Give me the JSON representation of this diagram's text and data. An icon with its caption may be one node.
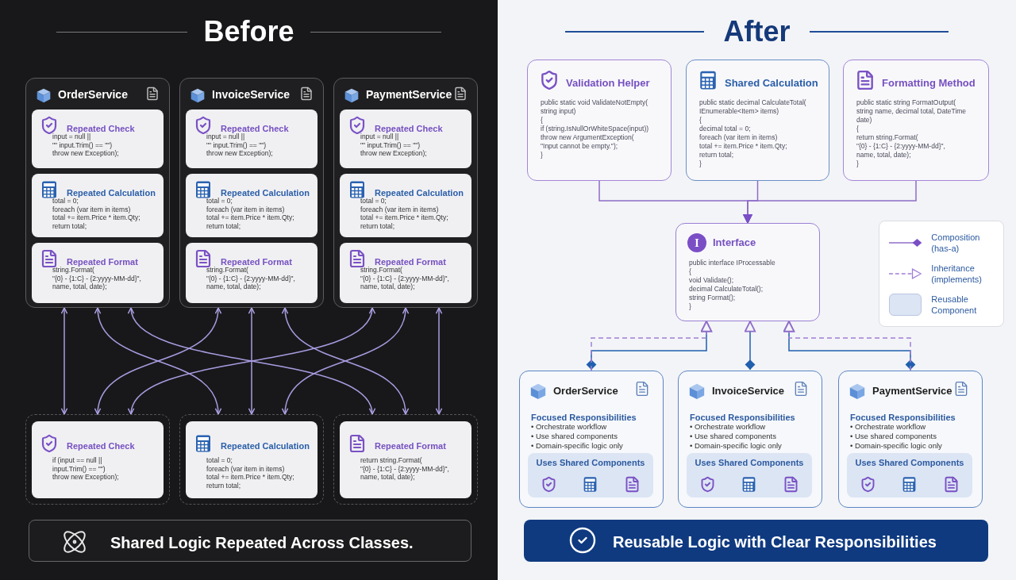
{
  "diagram": {
    "nodes": [
      {
        "text": [
          "OrderService"
        ]
      },
      {
        "text": [
          "Repeated Check",
          "input = null ||",
          "\"\" input.Trim() == \"\")",
          "throw new Exception);"
        ],
        "in": 0
      },
      {
        "text": [
          "Repeated Calculation",
          "total = 0;",
          "foreach (var item in items)",
          "total += item.Price * item.Qty;",
          "return total;"
        ],
        "in": 0
      },
      {
        "text": [
          "Repeated Format",
          "string.Format(",
          "\"{0} - {1:C} - {2:yyyy-MM-dd}\",",
          "name, total, date);"
        ],
        "in": 0
      },
      {
        "text": [
          "InvoiceService"
        ]
      },
      {
        "text": [
          "Repeated Check",
          "input = null ||",
          "\"\" input.Trim() == \"\")",
          "throw new Exception);"
        ],
        "in": 4
      },
      {
        "text": [
          "Repeated Calculation",
          "total = 0;",
          "foreach (var item in items)",
          "total += item.Price * item.Qty;",
          "return total;"
        ],
        "in": 4
      },
      {
        "text": [
          "Repeated Format",
          "string.Format(",
          "\"{0} - {1:C} - {2:yyyy-MM-dd}\",",
          "name, total, date);"
        ],
        "in": 4
      },
      {
        "text": [
          "PaymentService"
        ]
      },
      {
        "text": [
          "Repeated Check",
          "input = null ||",
          "\"\" input.Trim() == \"\")",
          "throw new Exception);"
        ],
        "in": 8
      },
      {
        "text": [
          "Repeated Calculation",
          "total = 0;",
          "foreach (var item in items)",
          "total += item.Price * item.Qty;",
          "return total;"
        ],
        "in": 8
      },
      {
        "text": [
          "Repeated Format",
          "string.Format(",
          "\"{0} - {1:C} - {2:yyyy-MM-dd}\",",
          "name, total, date);"
        ],
        "in": 8
      },
      {
        "text": [],
        "shape": "box"
      },
      {
        "text": [
          "Repeated Check",
          "if (input == null ||",
          "input.Trim() == \"\")",
          "throw new Exception);"
        ],
        "in": 12
      },
      {
        "text": [],
        "shape": "box"
      },
      {
        "text": [
          "Repeated Calculation",
          "total = 0;",
          "foreach (var item in items)",
          "total += item.Price * item.Qty;",
          "return total;"
        ],
        "in": 14
      },
      {
        "text": [],
        "shape": "box"
      },
      {
        "text": [
          "Repeated Format",
          "return string.Format(",
          "\"{0} - {1:C} - {2:yyyy-MM-dd}\",",
          "name, total, date);"
        ],
        "in": 16
      },
      {
        "text": [
          "Shared Logic Repeated Across Classes."
        ]
      },
      {
        "text": [
          "Validation Helper",
          "public static void ValidateNotEmpty(",
          "string input)",
          "{",
          "if (string.IsNullOrWhiteSpace(input))",
          "throw new ArgumentException(",
          "\"Input cannot be empty.\");",
          "}"
        ]
      },
      {
        "text": [
          "Shared Calculation",
          "public static decimal CalculateTotal(",
          "IEnumerable<Item> items)",
          "{",
          "decimal total = 0;",
          "foreach (var item in items)",
          "total += item.Price * item.Qty;",
          "return total;",
          "}"
        ]
      },
      {
        "text": [
          "Formatting Method",
          "public static string FormatOutput(",
          "string name, decimal total, DateTime date)",
          "{",
          "return string.Format(",
          "\"{0} - {1:C} - {2:yyyy-MM-dd}\",",
          "name, total, date);",
          "}"
        ]
      },
      {
        "text": [
          "I",
          "Interface",
          "public interface IProcessable",
          "{",
          "void Validate();",
          "decimal CalculateTotal();",
          "string Format();",
          "}"
        ]
      },
      {
        "text": [
          "OrderService",
          "Focused Responsibilities",
          "• Orchestrate workflow",
          "• Use shared components",
          "• Domain-specific logic only"
        ]
      },
      {
        "text": [
          "Uses Shared Components"
        ],
        "in": 23
      },
      {
        "text": [
          "InvoiceService",
          "Focused Responsibilities",
          "• Orchestrate workflow",
          "• Use shared components",
          "• Domain-specific logic only"
        ]
      },
      {
        "text": [
          "Uses Shared Components"
        ],
        "in": 25
      },
      {
        "text": [
          "PaymentService",
          "Focused Responsibilities",
          "• Orchestrate workflow",
          "• Use shared components",
          "• Domain-specific logic only"
        ]
      },
      {
        "text": [
          "Uses Shared Components"
        ],
        "in": 27
      },
      {
        "text": [
          "Reusable Logic with Clear Responsibilities"
        ]
      }
    ],
    "edges": [
      {
        "from": 0,
        "to": 12,
        "arrow": "both"
      },
      {
        "from": 0,
        "to": 14,
        "arrow": "both"
      },
      {
        "from": 0,
        "to": 16,
        "arrow": "both"
      },
      {
        "from": 4,
        "to": 12,
        "arrow": "both"
      },
      {
        "from": 4,
        "to": 14,
        "arrow": "both"
      },
      {
        "from": 4,
        "to": 16,
        "arrow": "both"
      },
      {
        "from": 8,
        "to": 12,
        "arrow": "both"
      },
      {
        "from": 8,
        "to": 14,
        "arrow": "both"
      },
      {
        "from": 8,
        "to": 16,
        "arrow": "both"
      },
      {
        "from": 19,
        "to": 22,
        "arrow": "to",
        "color": "#8e6cc9"
      },
      {
        "from": 20,
        "to": 22,
        "arrow": "to",
        "color": "#8e6cc9"
      },
      {
        "from": 21,
        "to": 22,
        "arrow": "to",
        "color": "#8e6cc9"
      },
      {
        "from": 23,
        "to": 22,
        "arrow": "to",
        "color": "#1f5fae"
      },
      {
        "from": 25,
        "to": 22,
        "arrow": "to",
        "color": "#1f5fae"
      },
      {
        "from": 27,
        "to": 22,
        "arrow": "to",
        "color": "#1f5fae"
      },
      {
        "from": 23,
        "to": 22,
        "arrow": "to",
        "style": "dashed",
        "color": "#a07fd6"
      },
      {
        "from": 27,
        "to": 22,
        "arrow": "to",
        "style": "dashed",
        "color": "#a07fd6"
      }
    ],
    "labels": [
      "Before",
      "After"
    ],
    "legend": [
      {
        "text": "Composition (has-a)"
      },
      {
        "text": "Inheritance (implements)"
      },
      {
        "text": "Reusable Component",
        "color": "#dce5f4"
      }
    ]
  }
}
